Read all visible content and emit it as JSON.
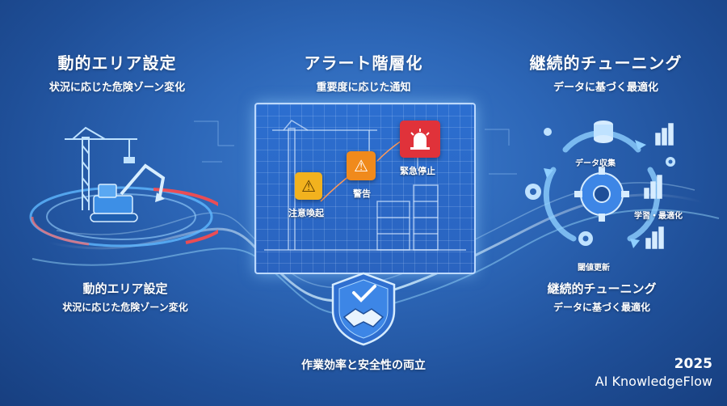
{
  "left": {
    "title": "動的エリア設定",
    "subtitle": "状況に応じた危険ゾーン変化",
    "caption_title": "動的エリア設定",
    "caption_subtitle": "状況に応じた危険ゾーン変化"
  },
  "center": {
    "title": "アラート階層化",
    "subtitle": "重要度に応じた通知",
    "alerts": [
      {
        "label": "注意喚起",
        "color": "#f2b21e"
      },
      {
        "label": "警告",
        "color": "#f08a1c"
      },
      {
        "label": "緊急停止",
        "color": "#e0323a"
      }
    ]
  },
  "right": {
    "title": "継続的チューニング",
    "subtitle": "データに基づく最適化",
    "caption_title": "継続的チューニング",
    "caption_subtitle": "データに基づく最適化",
    "cycle": [
      "データ収集",
      "学習・最適化",
      "閾値更新"
    ]
  },
  "bottom": {
    "caption": "作業効率と安全性の両立"
  },
  "brand": {
    "year": "2025",
    "name": "AI KnowledgeFlow"
  },
  "colors": {
    "accent_glow": "#9fe0ff",
    "danger_zone": "#ff4a4a",
    "safe_zone": "#5fb8ff"
  }
}
